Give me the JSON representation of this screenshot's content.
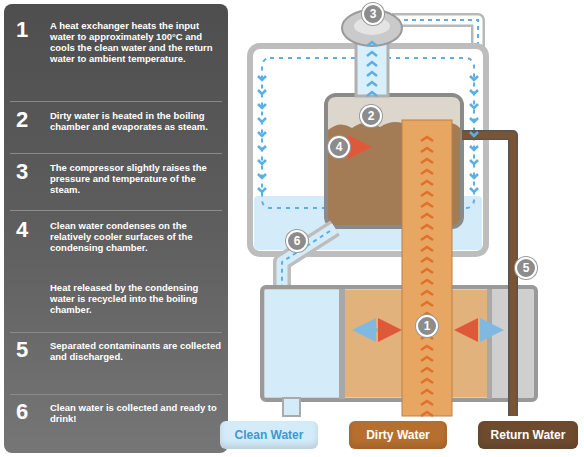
{
  "diagram": {
    "nodes": [
      {
        "text": [
          "1",
          "A heat exchanger heats the input water to approximately 100°C and cools the clean water and the return water to ambient temperature.",
          "2",
          "Dirty water is heated in the boiling chamber and evaporates as steam.",
          "3",
          "The compressor slightly raises the pressure and temperature of the steam.",
          "4",
          "Clean water condenses on the relatively cooler surfaces of the condensing chamber.",
          "Heat released by the condensing water is recycled into the boiling chamber.",
          "5",
          "Separated contaminants are collected and discharged.",
          "6",
          "Clean water is collected and ready to drink!"
        ]
      },
      {
        "text": [
          "3"
        ]
      },
      {
        "text": [
          "2"
        ]
      },
      {
        "text": [
          "4"
        ]
      },
      {
        "text": [
          "6"
        ]
      },
      {
        "text": [
          "5"
        ]
      },
      {
        "text": [
          "1"
        ]
      }
    ],
    "legend": [
      {
        "text": "Clean Water",
        "color": "#d4ecf9"
      },
      {
        "text": "Dirty Water",
        "color": "#b66f2f"
      },
      {
        "text": "Return Water",
        "color": "#6e4b2f"
      }
    ]
  }
}
